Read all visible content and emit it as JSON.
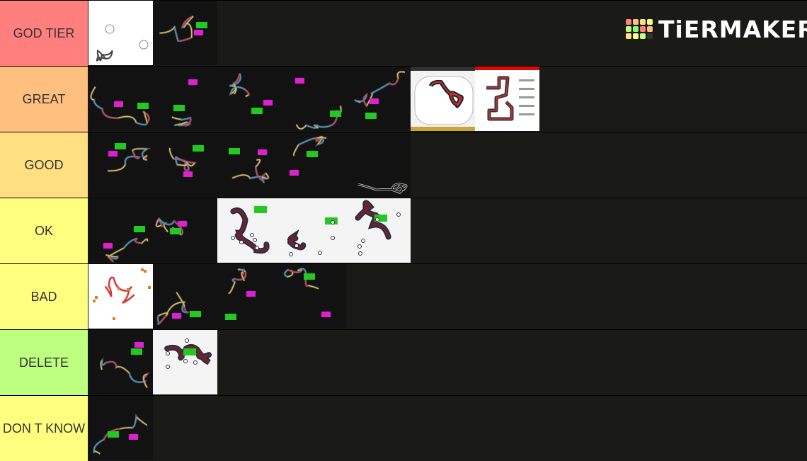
{
  "app": {
    "logo_text": "TiERMAKER",
    "logo_colors": [
      "#ff7f7f",
      "#ffbf7f",
      "#ffdf7f",
      "#ffff7f",
      "#bfff7f",
      "#7fff7f",
      "#ff7f7f",
      "#ffbf7f",
      "#ffdf7f",
      "#ffff7f",
      "#bfff7f",
      "#333333"
    ]
  },
  "tiers": [
    {
      "label": "GOD TIER",
      "color": "#ff7f7f",
      "items": [
        {
          "icon": "track-map-icon",
          "style": "white-sketch"
        },
        {
          "icon": "track-map-icon",
          "style": "dark"
        }
      ]
    },
    {
      "label": "GREAT",
      "color": "#ffbf7f",
      "items": [
        {
          "icon": "track-map-icon",
          "style": "dark"
        },
        {
          "icon": "track-map-icon",
          "style": "dark"
        },
        {
          "icon": "track-map-icon",
          "style": "dark"
        },
        {
          "icon": "track-map-icon",
          "style": "dark"
        },
        {
          "icon": "track-map-icon",
          "style": "dark"
        },
        {
          "icon": "track-map-icon",
          "style": "istanbul"
        },
        {
          "icon": "track-map-icon",
          "style": "info-card"
        }
      ]
    },
    {
      "label": "GOOD",
      "color": "#ffdf7f",
      "items": [
        {
          "icon": "track-map-icon",
          "style": "dark"
        },
        {
          "icon": "track-map-icon",
          "style": "dark"
        },
        {
          "icon": "track-map-icon",
          "style": "dark"
        },
        {
          "icon": "track-map-icon",
          "style": "dark"
        },
        {
          "icon": "track-map-icon",
          "style": "outline"
        }
      ]
    },
    {
      "label": "OK",
      "color": "#ffff7f",
      "items": [
        {
          "icon": "track-map-icon",
          "style": "dark"
        },
        {
          "icon": "track-map-icon",
          "style": "dark"
        },
        {
          "icon": "track-map-icon",
          "style": "light-thick"
        },
        {
          "icon": "track-map-icon",
          "style": "light-thick"
        },
        {
          "icon": "track-map-icon",
          "style": "light-thick"
        }
      ]
    },
    {
      "label": "BAD",
      "color": "#ffff7f",
      "items": [
        {
          "icon": "track-map-icon",
          "style": "white-red"
        },
        {
          "icon": "track-map-icon",
          "style": "dark"
        },
        {
          "icon": "track-map-icon",
          "style": "dark"
        },
        {
          "icon": "track-map-icon",
          "style": "dark"
        }
      ]
    },
    {
      "label": "DELETE",
      "color": "#bfff7f",
      "items": [
        {
          "icon": "track-map-icon",
          "style": "dark"
        },
        {
          "icon": "track-map-icon",
          "style": "light-thick"
        }
      ]
    },
    {
      "label": "DON T KNOW",
      "color": "#ffff7f",
      "items": [
        {
          "icon": "track-map-icon",
          "style": "dark"
        }
      ]
    }
  ]
}
